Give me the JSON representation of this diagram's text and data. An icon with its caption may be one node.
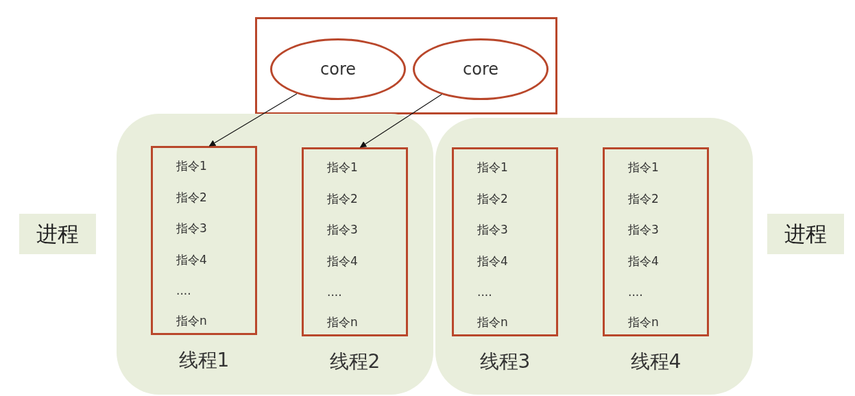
{
  "diagram": {
    "nodes": [
      {
        "text": [],
        "shape": "box"
      },
      {
        "text": [
          "core"
        ],
        "in": 0
      },
      {
        "text": [
          "core"
        ],
        "in": 0
      },
      {
        "text": [
          "进程"
        ]
      },
      {
        "text": [],
        "shape": "box"
      },
      {
        "text": [
          "指令1",
          "指令2",
          "指令3",
          "指令4",
          "....",
          "指令n"
        ],
        "in": 4,
        "beside": [
          "线程1"
        ]
      },
      {
        "text": [
          "指令1",
          "指令2",
          "指令3",
          "指令4",
          "....",
          "指令n"
        ],
        "in": 4,
        "beside": [
          "线程2"
        ]
      },
      {
        "text": [],
        "shape": "box"
      },
      {
        "text": [
          "指令1",
          "指令2",
          "指令3",
          "指令4",
          "....",
          "指令n"
        ],
        "in": 7,
        "beside": [
          "线程3"
        ]
      },
      {
        "text": [
          "指令1",
          "指令2",
          "指令3",
          "指令4",
          "....",
          "指令n"
        ],
        "in": 7,
        "beside": [
          "线程4"
        ]
      },
      {
        "text": [
          "进程"
        ]
      }
    ],
    "edges": [
      {
        "from": 1,
        "to": 5,
        "arrow": "to"
      },
      {
        "from": 2,
        "to": 6,
        "arrow": "to"
      }
    ]
  }
}
